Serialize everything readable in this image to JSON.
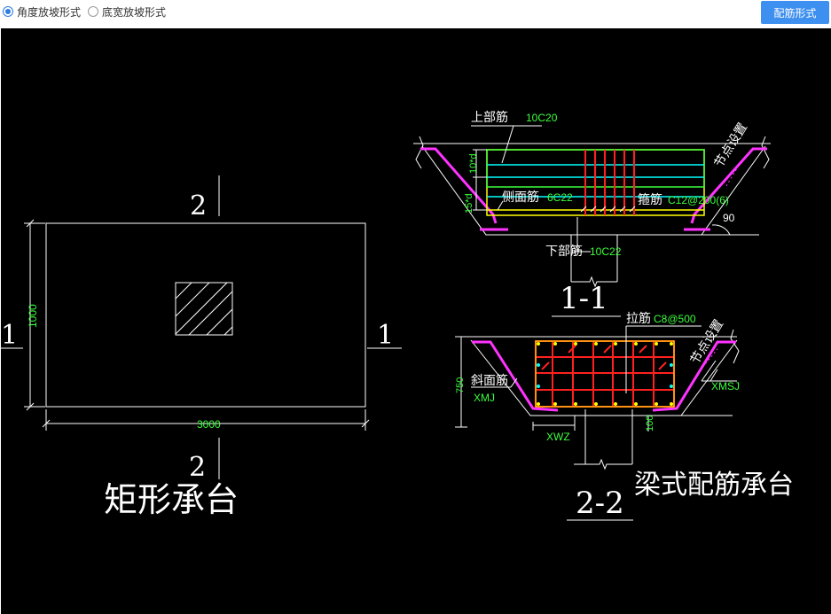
{
  "toolbar": {
    "radio_angle": {
      "label": "角度放坡形式",
      "checked": true
    },
    "radio_width": {
      "label": "底宽放坡形式",
      "checked": false
    },
    "rebar_button": "配筋形式"
  },
  "colors": {
    "background": "#000000",
    "line_white": "#ffffff",
    "dimension_green": "#3cff3c",
    "rebar_red": "#ff2020",
    "rebar_cyan": "#00ffff",
    "rebar_yellow": "#ffff00",
    "slope_magenta": "#ff33ff",
    "accent_blue": "#3d8ff0"
  },
  "drawing": {
    "rect_cap": {
      "width_dim": "3000",
      "height_dim": "1000",
      "section_mark_top": "2",
      "section_mark_bottom": "2",
      "section_mark_left": "1",
      "section_mark_right": "1",
      "title": "矩形承台"
    },
    "section_1_1": {
      "title": "1-1",
      "top_rebar_label": "上部筋",
      "top_rebar_value": "10C20",
      "side_rebar_label": "侧面筋",
      "side_rebar_value": "6C22",
      "stirrup_label": "箍筋",
      "stirrup_value": "C12@200(6)",
      "bottom_rebar_label": "下部筋",
      "bottom_rebar_value": "10C22",
      "node_setting": "节点设置",
      "angle": "90",
      "dim_a": "10*d",
      "dim_b": "15*d"
    },
    "section_2_2": {
      "title": "2-2",
      "tie_rebar_label": "拉筋",
      "tie_rebar_value": "C8@500",
      "slope_rebar_label": "斜面筋",
      "slope_rebar_value": "XMJ",
      "node_setting": "节点设置",
      "height_dim": "750",
      "right_label": "XMSJ",
      "bottom_label": "XWZ",
      "bottom_dim": "100"
    },
    "caption": "梁式配筋承台"
  }
}
